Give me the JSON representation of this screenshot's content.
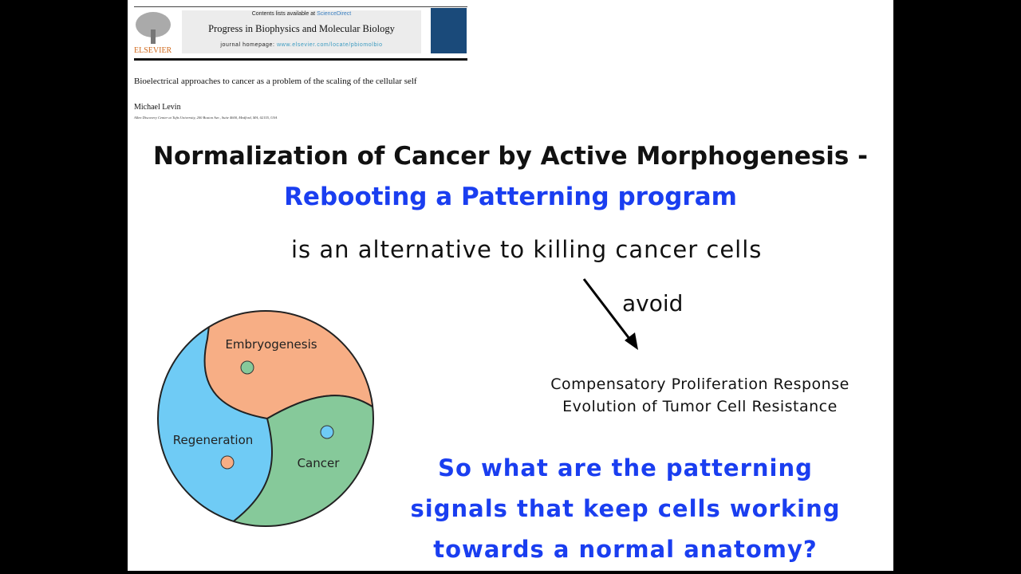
{
  "journal_header": {
    "publisher": "ELSEVIER",
    "contents_prefix": "Contents lists available at ",
    "contents_link": "ScienceDirect",
    "journal_title": "Progress in Biophysics and Molecular Biology",
    "homepage_prefix": "journal homepage: ",
    "homepage_url": "www.elsevier.com/locate/pbiomolbio"
  },
  "paper": {
    "title": "Bioelectrical approaches to cancer as a problem of the scaling of the cellular self",
    "author": "Michael Levin",
    "affiliation": "Allen Discovery Center at Tufts University, 200 Boston Ave., Suite 4600, Medford, MA, 02155, USA"
  },
  "slide": {
    "heading": "Normalization of Cancer by Active Morphogenesis -",
    "subheading": "Rebooting a Patterning program",
    "statement": "is an alternative to killing cancer cells",
    "avoid_label": "avoid",
    "avoided": [
      "Compensatory Proliferation Response",
      "Evolution of Tumor Cell Resistance"
    ],
    "question": [
      "So what are the patterning",
      "signals that keep cells working",
      "towards a normal anatomy?"
    ]
  },
  "diagram": {
    "regions": [
      "Embryogenesis",
      "Regeneration",
      "Cancer"
    ],
    "colors": {
      "embryogenesis": "#f7ae85",
      "regeneration": "#6fcbf5",
      "cancer": "#86c99a"
    }
  }
}
